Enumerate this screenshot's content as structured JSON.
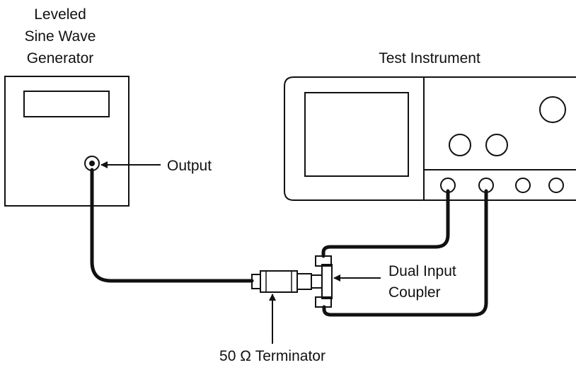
{
  "generator": {
    "title_lines": [
      "Leveled",
      "Sine Wave",
      "Generator"
    ],
    "output_label": "Output"
  },
  "instrument": {
    "title": "Test Instrument"
  },
  "coupler": {
    "label_lines": [
      "Dual Input",
      "Coupler"
    ]
  },
  "terminator": {
    "label": "50 Ω Terminator"
  },
  "colors": {
    "ink": "#111111",
    "background": "#ffffff"
  }
}
